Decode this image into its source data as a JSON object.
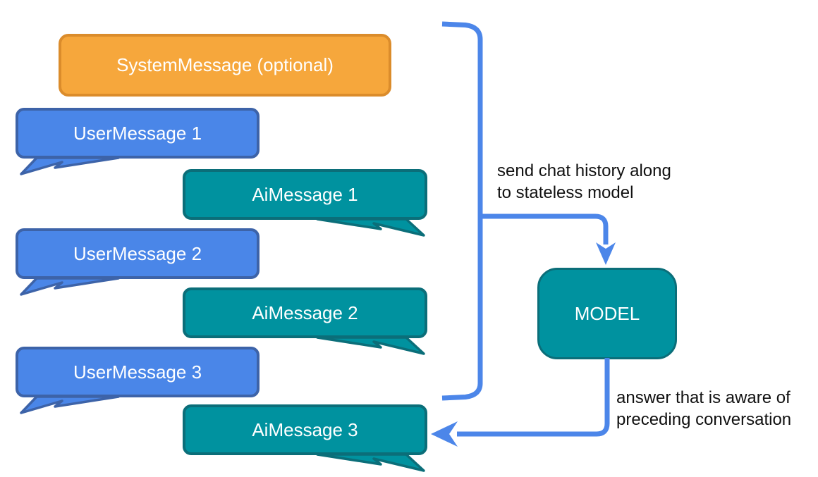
{
  "colors": {
    "orange_fill": "#F6A73C",
    "orange_border": "#DB8C2B",
    "blue_fill": "#4A86E8",
    "blue_border": "#3D63A8",
    "teal_fill": "#00929F",
    "teal_border": "#0B6E79",
    "connector": "#4C86E9",
    "bubble_text": "#FFFFFF",
    "note_text": "#111111"
  },
  "nodes": {
    "system": {
      "label": "SystemMessage (optional)"
    },
    "users": [
      {
        "label": "UserMessage 1"
      },
      {
        "label": "UserMessage 2"
      },
      {
        "label": "UserMessage 3"
      }
    ],
    "ais": [
      {
        "label": "AiMessage 1"
      },
      {
        "label": "AiMessage 2"
      },
      {
        "label": "AiMessage 3"
      }
    ],
    "model": {
      "label": "MODEL"
    }
  },
  "annotations": {
    "send_history": {
      "line1": "send chat history along",
      "line2": "to stateless model"
    },
    "answer": {
      "line1": "answer that is aware of",
      "line2": "preceding conversation"
    }
  }
}
